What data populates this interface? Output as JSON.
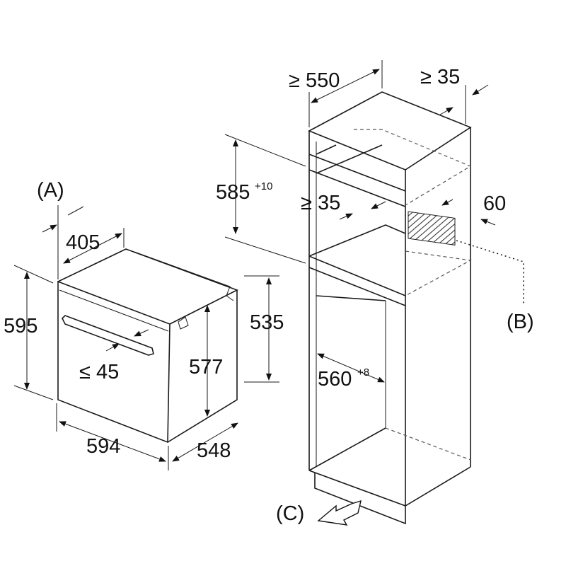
{
  "oven": {
    "label": "(A)",
    "dim_depth_top": "405",
    "dim_height": "595",
    "dim_handle": "≤ 45",
    "dim_inner_height": "577",
    "dim_side_height": "535",
    "dim_width": "594",
    "dim_depth": "548"
  },
  "cabinet": {
    "dim_depth": "≥ 550",
    "dim_rear_gap": "≥ 35",
    "dim_niche_height": "585",
    "dim_niche_height_tol": "+10",
    "dim_shelf_gap": "≥ 35",
    "dim_vent": "60",
    "label_b": "(B)",
    "dim_niche_width": "560",
    "dim_niche_width_tol": "+8",
    "label_c": "(C)"
  }
}
